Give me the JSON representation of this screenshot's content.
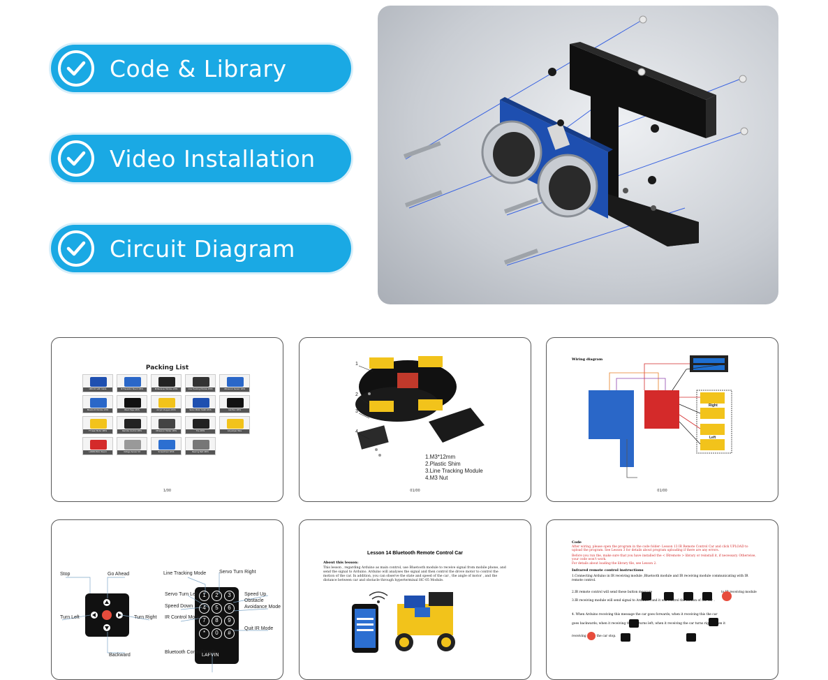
{
  "features": [
    {
      "label": "Code & Library",
      "icon": "check-circle-icon"
    },
    {
      "label": "Video Installation",
      "icon": "check-circle-icon"
    },
    {
      "label": "Circuit Diagram",
      "icon": "check-circle-icon"
    }
  ],
  "colors": {
    "accent": "#1aa9e4",
    "board_blue": "#1e4fb0",
    "sensor_panel": "#111111"
  },
  "cards": {
    "packing": {
      "title": "Packing List",
      "items": [
        "UNO R3 with Cable",
        "IR Transistor Board 1PCS",
        "IR Receiver Module 1PCS",
        "Line Tracking Module 1PCS",
        "Ultrasonic Sensor 1PCS",
        "Bluetooth Module 1PCS",
        "Black Tape 1PCS",
        "Acrylic 2Layers 1PCS",
        "Servo Motor SG90 1PCS",
        "Cell Box 1PCS",
        "TT Gear Motor 4PCS",
        "Remote Control 1PCS",
        "Ultrasonic Holder 1PCS",
        "Tire 4PCS",
        "Ab Jumper Wire",
        "L298N Motor Board",
        "Voltage Sensor Kit",
        "Screwdriver 1PCS",
        "Bearing Belt 4PCS"
      ],
      "page": "1/00"
    },
    "assembly": {
      "callouts": [
        "1",
        "2",
        "3",
        "4"
      ],
      "parts": [
        "1.M3*12mm",
        "2.Plastic Shim",
        "3.Line Tracking Module",
        "4.M3 Nut"
      ],
      "page": "01/00"
    },
    "wiring": {
      "title": "Wiring diagram",
      "right": "Right",
      "left": "Left",
      "page": "01/00"
    },
    "remote": {
      "labels": {
        "stop": "Stop",
        "go_ahead": "Go Ahead",
        "turn_left": "Turn Left",
        "turn_right": "Turn Right",
        "backward": "Backward",
        "line_tracking": "Line Tracking Mode",
        "servo_right": "Servo Turn Right",
        "servo_left": "Servo Turn Left",
        "speed_up": "Speed Up",
        "speed_down": "Speed Down",
        "obstacle": "Obstacle",
        "avoidance": "Avoidance Mode",
        "ir_control": "IR Control Mode",
        "quit_ir": "Quit IR Mode",
        "bluetooth": "Bluetooth Control Mode"
      },
      "keys": [
        "1",
        "2",
        "3",
        "4",
        "5",
        "6",
        "7",
        "8",
        "9",
        "*",
        "0",
        "#"
      ],
      "brand": "LAFVIN"
    },
    "lesson": {
      "title": "Lesson 14 Bluetooth Remote Control Car",
      "about": "About this lesson:",
      "body": "This lesson , regarding Arduino as main control, use Bluetooth module to receive signal from mobile phone, and send the signal to Arduino. Arduino will analyses the signal and then control the drove motor to control the motion of the car. In addition, you can observe the state and speed of the car , the angle of motor , and the distance between car and obstacle through hyperterminal HC-05 Module."
    },
    "code": {
      "heading": "Code",
      "red1": "After wiring, please open the program in the code folder- Lesson 13 IR Remote Control Car and click UPLOAD to upload the program. See Lesson 3 for details about program uploading if there are any errors.",
      "red2": "Before you run the, make sure that you have installed the < IRremote > library or reinstall it, if necessary. Otherwise, your code won't work.",
      "red3": "For details about loading the library file, see Lesson 2.",
      "sub": "Infrared remote control instructions",
      "l1": "1.Connecting Arduino in IR receiving module ,Bluetooth module and IR receiving module communicating with IR remote control.",
      "l2": "2.IR remote control will send these button message",
      "l2b": "to IR receiving module",
      "l3": "3.IR receiving module will send signal to Arduino , and it will control the motion of the car .",
      "l4": "4. When Arduino receiving this message",
      "l4b": "the car goes forwards;  when it receiving this",
      "l4c": "the car",
      "l5": "goes backwards;  when it receiving",
      "l5b": "the car turns left; when it receiving",
      "l5c": "the car turns right; when it",
      "l6": "receiving",
      "l6b": "the car stop."
    }
  }
}
